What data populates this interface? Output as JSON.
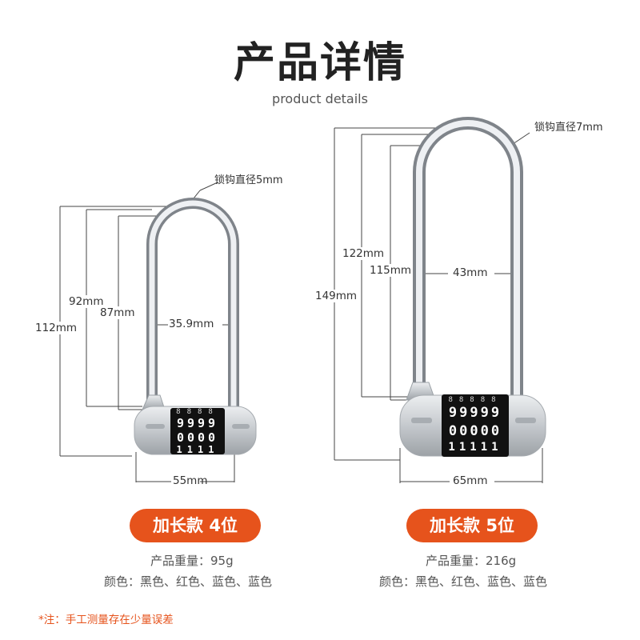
{
  "header": {
    "title": "产品详情",
    "subtitle": "product details"
  },
  "products": [
    {
      "shackle_label": "锁钩直径5mm",
      "heights": [
        "112mm",
        "92mm",
        "87mm"
      ],
      "inner_width": "35.9mm",
      "body_width": "55mm",
      "dials": [
        "9",
        "0",
        "1"
      ],
      "badge": "加长款 4位",
      "weight_label": "产品重量：",
      "weight_value": "95g",
      "color_label": "颜色：",
      "color_value": "黑色、红色、蓝色、蓝色"
    },
    {
      "shackle_label": "锁钩直径7mm",
      "heights": [
        "149mm",
        "122mm",
        "115mm"
      ],
      "inner_width": "43mm",
      "body_width": "65mm",
      "dials": [
        "9",
        "0",
        "1"
      ],
      "badge": "加长款 5位",
      "weight_label": "产品重量：",
      "weight_value": "216g",
      "color_label": "颜色：",
      "color_value": "黑色、红色、蓝色、蓝色"
    }
  ],
  "footer": {
    "note": "*注：手工测量存在少量误差"
  },
  "colors": {
    "accent": "#e6531c",
    "dial": "#111111",
    "chrome": "#c8ccd0"
  }
}
